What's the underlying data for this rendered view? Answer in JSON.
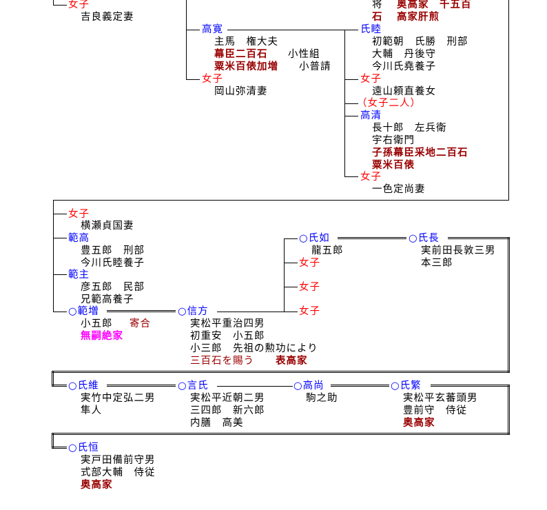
{
  "tree": {
    "top_left": {
      "daughter1": {
        "name": "女子",
        "notes": [
          "吉良義定妻"
        ]
      }
    },
    "top_right_continuation": [
      "将　",
      "奥高家　千五百",
      "石　",
      "高家肝煎"
    ],
    "takahiro": {
      "name": "高寛",
      "notes": [
        "主馬　権大夫"
      ],
      "stipend": [
        "幕臣二百石",
        "粟米百俵加増"
      ],
      "roles": [
        "小性組",
        "小普請"
      ]
    },
    "daughter_okayama": {
      "name": "女子",
      "notes": [
        "岡山弥清妻"
      ]
    },
    "ujimutsu": {
      "name": "氏睦",
      "notes": [
        "初範朝　氏勝　刑部",
        "大輔　丹後守",
        "今川氏堯養子"
      ]
    },
    "daughter_toyama": {
      "name": "女子",
      "notes": [
        "遠山頼直養女"
      ]
    },
    "two_daughters": {
      "name": "（女子二人）"
    },
    "takakiyo": {
      "name": "高清",
      "notes": [
        "長十郎　左兵衛",
        "宇右衛門"
      ],
      "stipend": [
        "子孫幕臣采地二百石",
        "粟米百俵"
      ]
    },
    "daughter_isshiki": {
      "name": "女子",
      "notes": [
        "一色定尚妻"
      ]
    },
    "daughter_yokose": {
      "name": "女子",
      "notes": [
        "横瀬貞国妻"
      ]
    },
    "noritaka": {
      "name": "範高",
      "notes": [
        "豊五郎　刑部",
        "今川氏睦養子"
      ]
    },
    "norinushi": {
      "name": "範主",
      "notes": [
        "彦五郎　民部",
        "兄範高養子"
      ]
    },
    "norimasu": {
      "name": "○範増",
      "notes": [
        "小五郎　"
      ],
      "role": "寄合",
      "status": "無嗣絶家"
    },
    "nobukata": {
      "name": "○信方",
      "notes": [
        "実松平重治四男",
        "初重安　小五郎",
        "小三郎　先祖の勲功により"
      ],
      "stipend": "三百石を賜う　",
      "house": "表高家"
    },
    "ujiyuki": {
      "name": "○氏如",
      "notes": [
        "龍五郎"
      ]
    },
    "daughters_nobukata": [
      {
        "name": "女子"
      },
      {
        "name": "女子"
      },
      {
        "name": "女子"
      }
    ],
    "ujinaga": {
      "name": "○氏長",
      "notes": [
        "実前田長敦三男",
        "本三郎"
      ]
    },
    "ujitsuna": {
      "name": "○氏維",
      "notes": [
        "実竹中定弘二男",
        "隼人"
      ]
    },
    "tokiuji": {
      "name": "○言氏",
      "notes": [
        "実松平近朝二男",
        "三四郎　新六郎",
        "内膳　高美"
      ]
    },
    "takanao": {
      "name": "○高尚",
      "notes": [
        "駒之助"
      ]
    },
    "ujishige": {
      "name": "○氏繁",
      "notes": [
        "実松平玄蕃頭男",
        "豊前守　侍従"
      ],
      "house": "奥高家"
    },
    "ujitsune": {
      "name": "○氏恒",
      "notes": [
        "実戸田備前守男",
        "式部大輔　侍従"
      ],
      "house": "奥高家"
    }
  }
}
